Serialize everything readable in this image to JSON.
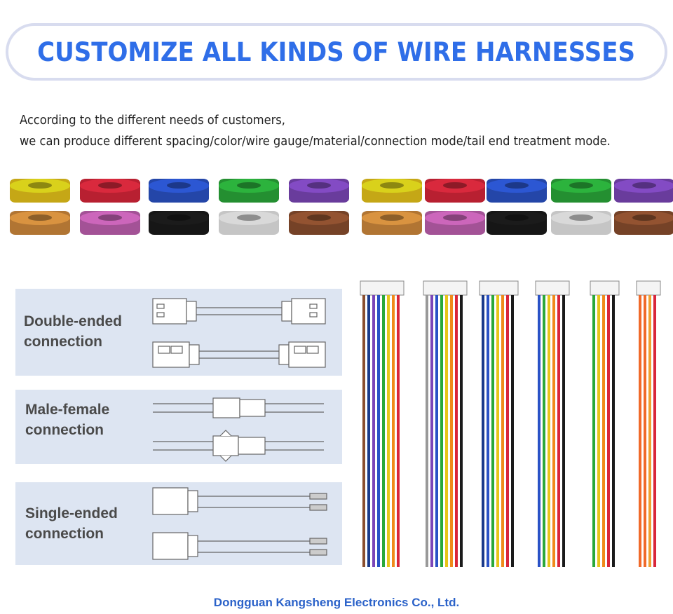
{
  "title": "CUSTOMIZE ALL KINDS OF WIRE HARNESSES",
  "intro": {
    "line1": "According to the different needs of customers,",
    "line2": "we can produce different spacing/color/wire gauge/material/connection mode/tail end treatment mode."
  },
  "coil_colors": {
    "row1": [
      "#e8c51a",
      "#d9263a",
      "#2a52c6",
      "#2aa83a",
      "#7b46b8",
      "#e8c51a",
      "#d9263a",
      "#2a52c6",
      "#2aa83a",
      "#7b46b8"
    ],
    "row2": [
      "#d08a3c",
      "#c060b0",
      "#1a1a1a",
      "#e8e8e8",
      "#8a4e2e",
      "#d08a3c",
      "#c060b0",
      "#1a1a1a",
      "#e8e8e8",
      "#8a4e2e"
    ]
  },
  "connections": [
    {
      "label_line1": "Double-ended",
      "label_line2": "connection"
    },
    {
      "label_line1": "Male-female",
      "label_line2": "connection"
    },
    {
      "label_line1": "Single-ended",
      "label_line2": "connection"
    }
  ],
  "harness_wire_colors": [
    [
      "#8a4e2e",
      "#1a3a8a",
      "#7b46b8",
      "#2a52c6",
      "#2aa83a",
      "#e8c51a",
      "#f08a1a",
      "#d9263a"
    ],
    [
      "#999999",
      "#7b46b8",
      "#2a52c6",
      "#2aa83a",
      "#e8c51a",
      "#f08a1a",
      "#d9263a",
      "#1a1a1a"
    ],
    [
      "#1a3a8a",
      "#2a52c6",
      "#2aa83a",
      "#e8c51a",
      "#f08a1a",
      "#d9263a",
      "#1a1a1a"
    ],
    [
      "#2a52c6",
      "#2aa83a",
      "#e8c51a",
      "#f08a1a",
      "#d9263a",
      "#1a1a1a"
    ],
    [
      "#2aa83a",
      "#e8c51a",
      "#f08a1a",
      "#d9263a",
      "#1a1a1a"
    ],
    [
      "#f06a2a",
      "#f06a2a",
      "#f0a030",
      "#d9263a"
    ]
  ],
  "footer": "Dongguan Kangsheng Electronics Co., Ltd."
}
